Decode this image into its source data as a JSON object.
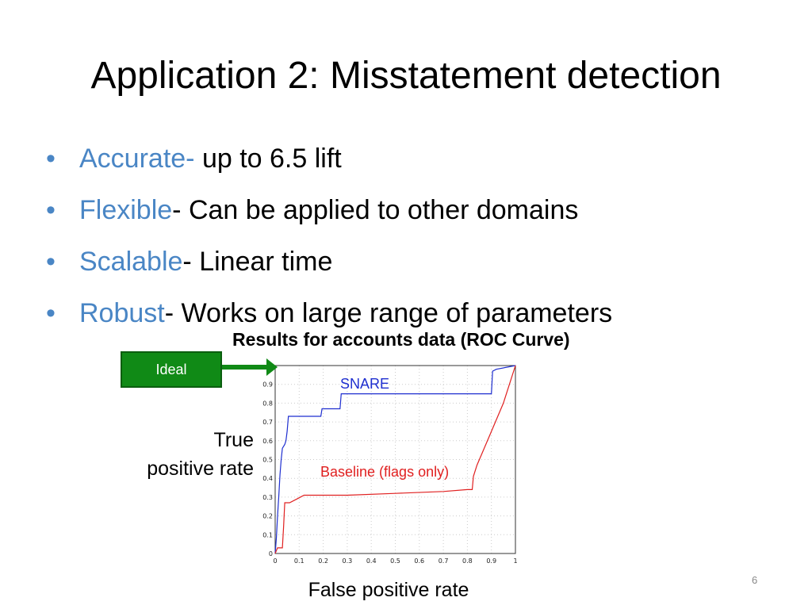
{
  "slide": {
    "title": "Application 2: Misstatement detection",
    "page_number": "6"
  },
  "bullets": [
    {
      "keyword": "Accurate-",
      "text": " up to 6.5 lift"
    },
    {
      "keyword": "Flexible",
      "text": "- Can be applied to other domains"
    },
    {
      "keyword": "Scalable",
      "text": "- Linear time"
    },
    {
      "keyword": "Robust",
      "text": "- Works on large range of parameters"
    }
  ],
  "bullet_symbol": "•",
  "ideal_label": "Ideal",
  "colors": {
    "accent": "#4a86c5",
    "snare": "#1f2fd0",
    "baseline": "#e02020",
    "ideal_box": "#108a16"
  },
  "chart_data": {
    "type": "line",
    "title": "Results for accounts data (ROC Curve)",
    "xlabel": "False positive rate",
    "ylabel_lines": [
      "True",
      "positive rate"
    ],
    "xlim": [
      0,
      1
    ],
    "ylim": [
      0,
      1
    ],
    "xticks": [
      "0",
      "0.1",
      "0.2",
      "0.3",
      "0.4",
      "0.5",
      "0.6",
      "0.7",
      "0.8",
      "0.9",
      "1"
    ],
    "yticks": [
      "0",
      "0.1",
      "0.2",
      "0.3",
      "0.4",
      "0.5",
      "0.6",
      "0.7",
      "0.8",
      "0.9"
    ],
    "series": [
      {
        "name": "SNARE",
        "color": "#1f2fd0",
        "points": [
          [
            0,
            0
          ],
          [
            0.005,
            0.08
          ],
          [
            0.01,
            0.2
          ],
          [
            0.015,
            0.3
          ],
          [
            0.02,
            0.42
          ],
          [
            0.025,
            0.5
          ],
          [
            0.03,
            0.56
          ],
          [
            0.04,
            0.58
          ],
          [
            0.045,
            0.6
          ],
          [
            0.05,
            0.65
          ],
          [
            0.055,
            0.73
          ],
          [
            0.19,
            0.73
          ],
          [
            0.195,
            0.77
          ],
          [
            0.27,
            0.77
          ],
          [
            0.275,
            0.85
          ],
          [
            0.9,
            0.85
          ],
          [
            0.905,
            0.97
          ],
          [
            0.92,
            0.98
          ],
          [
            1,
            1
          ]
        ]
      },
      {
        "name": "Baseline (flags only)",
        "color": "#e02020",
        "points": [
          [
            0,
            0
          ],
          [
            0.005,
            0.015
          ],
          [
            0.01,
            0.03
          ],
          [
            0.03,
            0.03
          ],
          [
            0.035,
            0.14
          ],
          [
            0.04,
            0.27
          ],
          [
            0.06,
            0.27
          ],
          [
            0.09,
            0.29
          ],
          [
            0.12,
            0.31
          ],
          [
            0.3,
            0.31
          ],
          [
            0.5,
            0.32
          ],
          [
            0.7,
            0.33
          ],
          [
            0.8,
            0.34
          ],
          [
            0.82,
            0.34
          ],
          [
            0.825,
            0.41
          ],
          [
            0.84,
            0.47
          ],
          [
            0.86,
            0.53
          ],
          [
            0.9,
            0.65
          ],
          [
            0.95,
            0.8
          ],
          [
            1,
            1
          ]
        ]
      }
    ]
  }
}
